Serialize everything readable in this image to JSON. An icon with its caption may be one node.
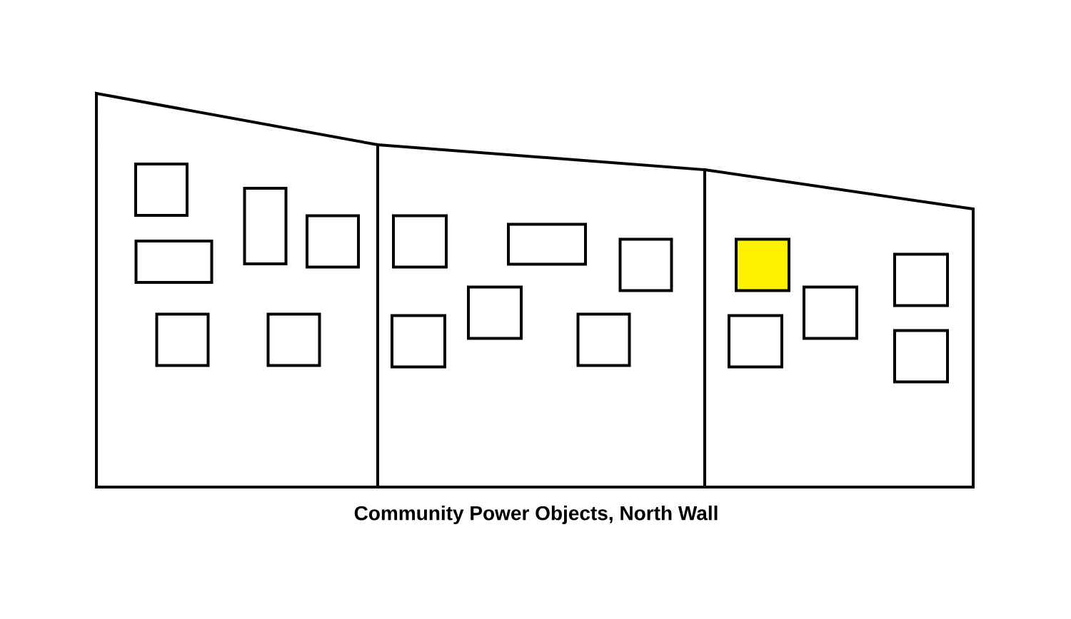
{
  "diagram": {
    "caption": "Community Power Objects, North Wall",
    "nodes": [
      {
        "text": [],
        "shape": "box"
      },
      {
        "text": [],
        "shape": "box",
        "in": 0
      },
      {
        "text": [],
        "shape": "box",
        "in": 0
      },
      {
        "text": [],
        "shape": "box",
        "in": 0
      },
      {
        "text": [],
        "shape": "box",
        "in": 0
      },
      {
        "text": [],
        "shape": "box",
        "in": 0
      },
      {
        "text": [],
        "shape": "box",
        "in": 0
      },
      {
        "text": [],
        "shape": "box"
      },
      {
        "text": [],
        "shape": "box",
        "in": 7
      },
      {
        "text": [],
        "shape": "box",
        "in": 7
      },
      {
        "text": [],
        "shape": "box",
        "in": 7
      },
      {
        "text": [],
        "shape": "box",
        "in": 7
      },
      {
        "text": [],
        "shape": "box",
        "in": 7
      },
      {
        "text": [],
        "shape": "box",
        "in": 7
      },
      {
        "text": [],
        "shape": "box"
      },
      {
        "text": [],
        "shape": "box",
        "in": 14
      },
      {
        "text": [],
        "shape": "box",
        "in": 14
      },
      {
        "text": [],
        "shape": "box",
        "in": 14
      },
      {
        "text": [],
        "shape": "box",
        "in": 14
      },
      {
        "text": [],
        "shape": "box",
        "in": 14
      }
    ]
  }
}
